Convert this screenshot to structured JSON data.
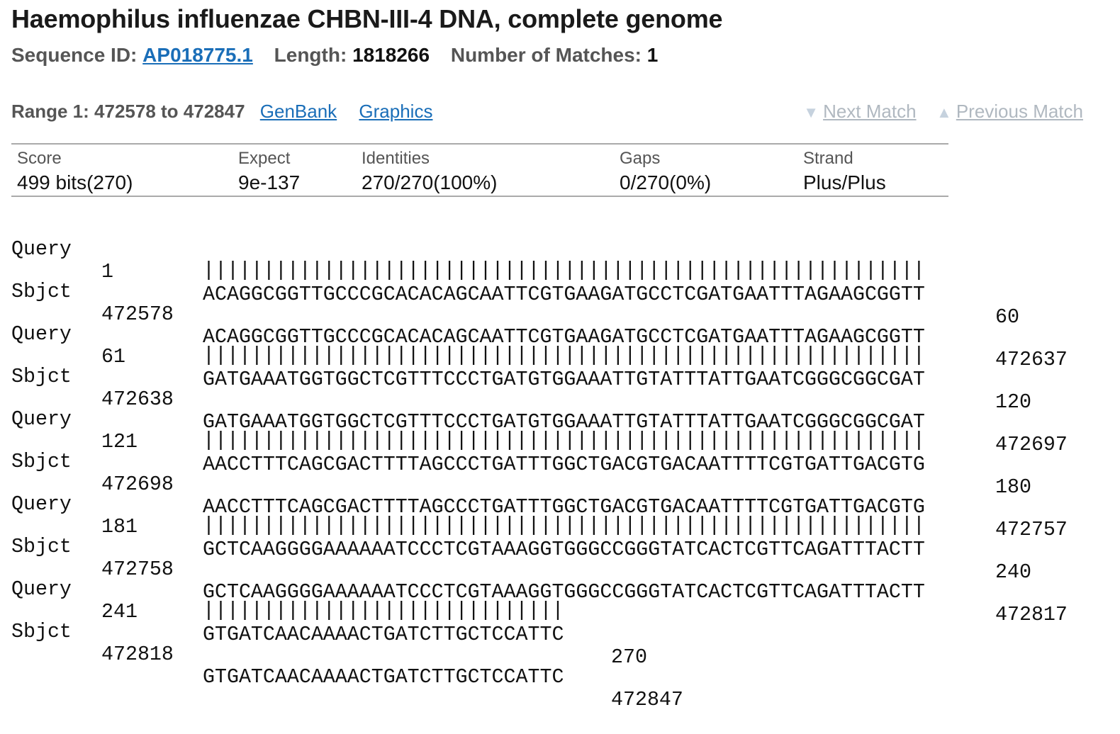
{
  "title": "Haemophilus influenzae CHBN-III-4 DNA, complete genome",
  "sequence": {
    "id_label": "Sequence ID:",
    "id_value": "AP018775.1",
    "length_label": "Length:",
    "length_value": "1818266",
    "matches_label": "Number of Matches:",
    "matches_value": "1"
  },
  "range": {
    "label": "Range 1: 472578 to 472847",
    "genbank_link": "GenBank",
    "graphics_link": "Graphics",
    "next_match": "Next Match",
    "previous_match": "Previous Match"
  },
  "stats": {
    "score_label": "Score",
    "score_value": "499 bits(270)",
    "expect_label": "Expect",
    "expect_value": "9e-137",
    "identities_label": "Identities",
    "identities_value": "270/270(100%)",
    "gaps_label": "Gaps",
    "gaps_value": "0/270(0%)",
    "strand_label": "Strand",
    "strand_value": "Plus/Plus"
  },
  "alignment": [
    {
      "query_label": "Query",
      "query_start": "1",
      "query_seq": "ACAGGCGGTTGCCCGCACACAGCAATTCGTGAAGATGCCTCGATGAATTTAGAAGCGGTT",
      "query_end": "60",
      "match": "||||||||||||||||||||||||||||||||||||||||||||||||||||||||||||",
      "sbjct_label": "Sbjct",
      "sbjct_start": "472578",
      "sbjct_seq": "ACAGGCGGTTGCCCGCACACAGCAATTCGTGAAGATGCCTCGATGAATTTAGAAGCGGTT",
      "sbjct_end": "472637"
    },
    {
      "query_label": "Query",
      "query_start": "61",
      "query_seq": "GATGAAATGGTGGCTCGTTTCCCTGATGTGGAAATTGTATTTATTGAATCGGGCGGCGAT",
      "query_end": "120",
      "match": "||||||||||||||||||||||||||||||||||||||||||||||||||||||||||||",
      "sbjct_label": "Sbjct",
      "sbjct_start": "472638",
      "sbjct_seq": "GATGAAATGGTGGCTCGTTTCCCTGATGTGGAAATTGTATTTATTGAATCGGGCGGCGAT",
      "sbjct_end": "472697"
    },
    {
      "query_label": "Query",
      "query_start": "121",
      "query_seq": "AACCTTTCAGCGACTTTTAGCCCTGATTTGGCTGACGTGACAATTTTCGTGATTGACGTG",
      "query_end": "180",
      "match": "||||||||||||||||||||||||||||||||||||||||||||||||||||||||||||",
      "sbjct_label": "Sbjct",
      "sbjct_start": "472698",
      "sbjct_seq": "AACCTTTCAGCGACTTTTAGCCCTGATTTGGCTGACGTGACAATTTTCGTGATTGACGTG",
      "sbjct_end": "472757"
    },
    {
      "query_label": "Query",
      "query_start": "181",
      "query_seq": "GCTCAAGGGGAAAAAATCCCTCGTAAAGGTGGGCCGGGTATCACTCGTTCAGATTTACTT",
      "query_end": "240",
      "match": "||||||||||||||||||||||||||||||||||||||||||||||||||||||||||||",
      "sbjct_label": "Sbjct",
      "sbjct_start": "472758",
      "sbjct_seq": "GCTCAAGGGGAAAAAATCCCTCGTAAAGGTGGGCCGGGTATCACTCGTTCAGATTTACTT",
      "sbjct_end": "472817"
    },
    {
      "query_label": "Query",
      "query_start": "241",
      "query_seq": "GTGATCAACAAAACTGATCTTGCTCCATTC",
      "query_end": "270",
      "match": "||||||||||||||||||||||||||||||",
      "sbjct_label": "Sbjct",
      "sbjct_start": "472818",
      "sbjct_seq": "GTGATCAACAAAACTGATCTTGCTCCATTC",
      "sbjct_end": "472847"
    }
  ],
  "colors": {
    "link": "#1a6eb8",
    "disabled_link": "#b0b8c0",
    "label_gray": "#555555",
    "rule": "#aaaaaa"
  }
}
